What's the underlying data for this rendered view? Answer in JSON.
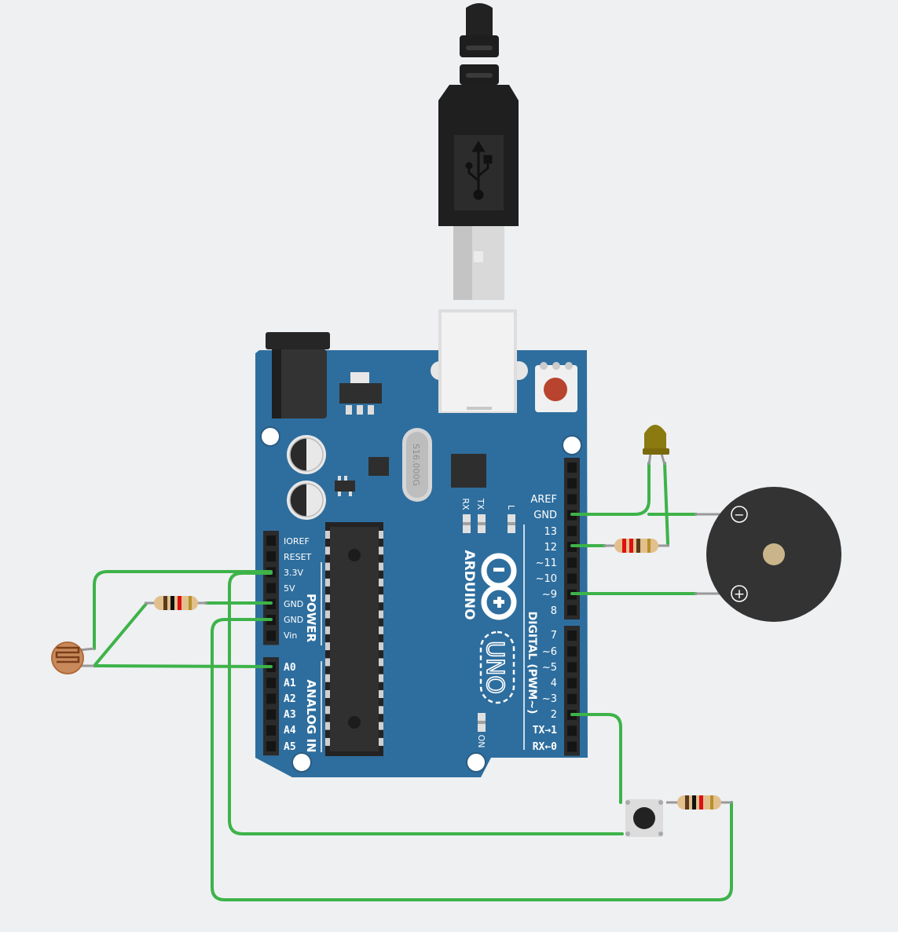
{
  "colors": {
    "background": "#eef0f2",
    "board": "#2e6e9e",
    "wire": "#3db349",
    "header": "#2b2b2b",
    "led": "#8a7a10",
    "buzzer": "#333333"
  },
  "board": {
    "brand": "ARDUINO",
    "model": "UNO",
    "crystal_label": "S16.000G",
    "indicators": {
      "rx": "RX",
      "tx": "TX",
      "l": "L",
      "on": "ON"
    },
    "power_section_label": "POWER",
    "analog_section_label": "ANALOG IN",
    "digital_section_label": "DIGITAL (PWM~)",
    "power_pins": [
      "IOREF",
      "RESET",
      "3.3V",
      "5V",
      "GND",
      "GND",
      "Vin"
    ],
    "analog_pins": [
      "A0",
      "A1",
      "A2",
      "A3",
      "A4",
      "A5"
    ],
    "digital_upper_pins": [
      "AREF",
      "GND",
      "13",
      "12",
      "~11",
      "~10",
      "~9",
      "8"
    ],
    "digital_lower_pins": [
      "7",
      "~6",
      "~5",
      "4",
      "~3",
      "2",
      "TX→1",
      "RX←0"
    ]
  },
  "buzzer": {
    "minus_sign": "−",
    "plus_sign": "+"
  },
  "components": [
    "usb-cable",
    "photoresistor",
    "resistor-ldr",
    "led",
    "resistor-led",
    "piezo-buzzer",
    "pushbutton",
    "resistor-button"
  ],
  "icons": [
    "usb-icon"
  ]
}
